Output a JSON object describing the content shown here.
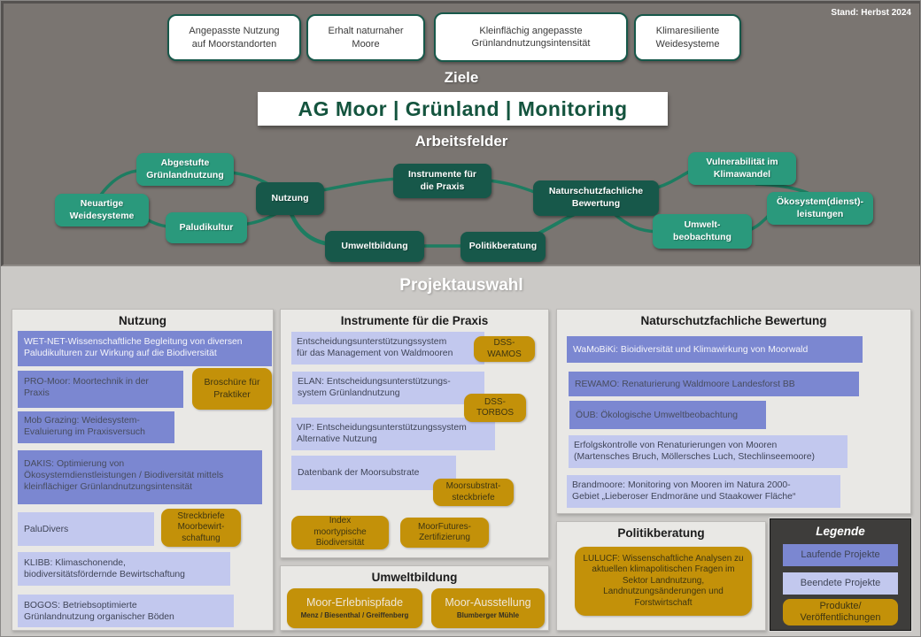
{
  "stand": "Stand: Herbst 2024",
  "colors": {
    "green_dark": "#17584a",
    "green_light": "#2a997c",
    "running_project": "#7b87d1",
    "finished_project": "#c2c8ee",
    "product": "#c39109"
  },
  "ziele": {
    "heading": "Ziele",
    "items": [
      "Angepasste Nutzung\nauf Moorstandorten",
      "Erhalt naturnaher\nMoore",
      "Kleinflächig angepasste\nGrünlandnutzungsintensität",
      "Klimaresiliente\nWeidesysteme"
    ]
  },
  "main_title": "AG Moor | Grünland | Monitoring",
  "arbeitsfelder": {
    "heading": "Arbeitsfelder",
    "nodes": {
      "abgestufte": "Abgestufte\nGrünlandnutzung",
      "neuartige": "Neuartige\nWeidesysteme",
      "paludikultur": "Paludikultur",
      "nutzung": "Nutzung",
      "instrumente": "Instrumente für\ndie Praxis",
      "umweltbildung": "Umweltbildung",
      "politikberatung": "Politikberatung",
      "bewertung": "Naturschutzfachliche\nBewertung",
      "vulnerabilitaet": "Vulnerabilität im\nKlimawandel",
      "oekosystem": "Ökosystem(dienst)-\nleistungen",
      "umweltbeobachtung": "Umwelt-\nbeobachtung"
    }
  },
  "projektauswahl_heading": "Projektauswahl",
  "nutzung_panel": {
    "heading": "Nutzung",
    "wetnet": "WET-NET-Wissenschaftliche Begleitung von diversen\nPaludikulturen zur Wirkung auf die Biodiversität",
    "promoor": "PRO-Moor: Moortechnik in der\nPraxis",
    "broschuere": "Broschüre für\nPraktiker",
    "mobgrazing": "Mob Grazing: Weidesystem-\nEvaluierung im Praxisversuch",
    "dakis": "DAKIS: Optimierung von\nÖkosystemdienstleistungen / Biodiversität mittels\nkleinflächiger Grünlandnutzungsintensität",
    "paludivers": "PaluDivers",
    "streckbriefe": "Streckbriefe\nMoorbewirt-\nschaftung",
    "klibb": "KLIBB: Klimaschonende,\nbiodiversitätsfördernde Bewirtschaftung",
    "bogos": "BOGOS: Betriebsoptimierte\nGrünlandnutzung organischer Böden"
  },
  "instrumente_panel": {
    "heading": "Instrumente für die Praxis",
    "wamos_system": "Entscheidungsunterstützungssystem\nfür das Management von Waldmooren",
    "dss_wamos": "DSS-\nWAMOS",
    "elan": "ELAN: Entscheidungsunterstützungs-\nsystem Grünlandnutzung",
    "dss_torbos": "DSS-\nTORBOS",
    "vip": "VIP: Entscheidungsunterstützungssystem\nAlternative Nutzung",
    "datenbank": "Datenbank der Moorsubstrate",
    "steckbriefe": "Moorsubstrat-\nsteckbriefe",
    "index": "Index\nmoortypische\nBiodiversität",
    "moorfutures": "MoorFutures-\nZertifizierung"
  },
  "umweltbildung_panel": {
    "heading": "Umweltbildung",
    "erlebnispfade_title": "Moor-Erlebnispfade",
    "erlebnispfade_sub": "Menz / Biesenthal / Greiffenberg",
    "ausstellung_title": "Moor-Ausstellung",
    "ausstellung_sub": "Blumberger Mühle"
  },
  "bewertung_panel": {
    "heading": "Naturschutzfachliche Bewertung",
    "wamobiki": "WaMoBiKi: Bioidiversität und Klimawirkung von Moorwald",
    "rewamo": "REWAMO: Renaturierung Waldmoore Landesforst BB",
    "oeub": "ÖUB: Ökologische Umweltbeobachtung",
    "erfolgskontrolle": "Erfolgskontrolle von Renaturierungen von Mooren\n(Martensches Bruch, Möllersches Luch, Stechlinseemoore)",
    "brandmoore": "Brandmoore: Monitoring von Mooren im Natura 2000-\nGebiet „Lieberoser Endmoräne und Staakower Fläche“"
  },
  "politik_panel": {
    "heading": "Politikberatung",
    "lulucf": "LULUCF: Wissenschaftliche Analysen zu\naktuellen klimapolitischen Fragen im\nSektor Landnutzung,\nLandnutzungsänderungen und\nForstwirtschaft"
  },
  "legende_panel": {
    "heading": "Legende",
    "laufende": "Laufende Projekte",
    "beendete": "Beendete Projekte",
    "produkte": "Produkte/\nVeröffentlichungen"
  }
}
